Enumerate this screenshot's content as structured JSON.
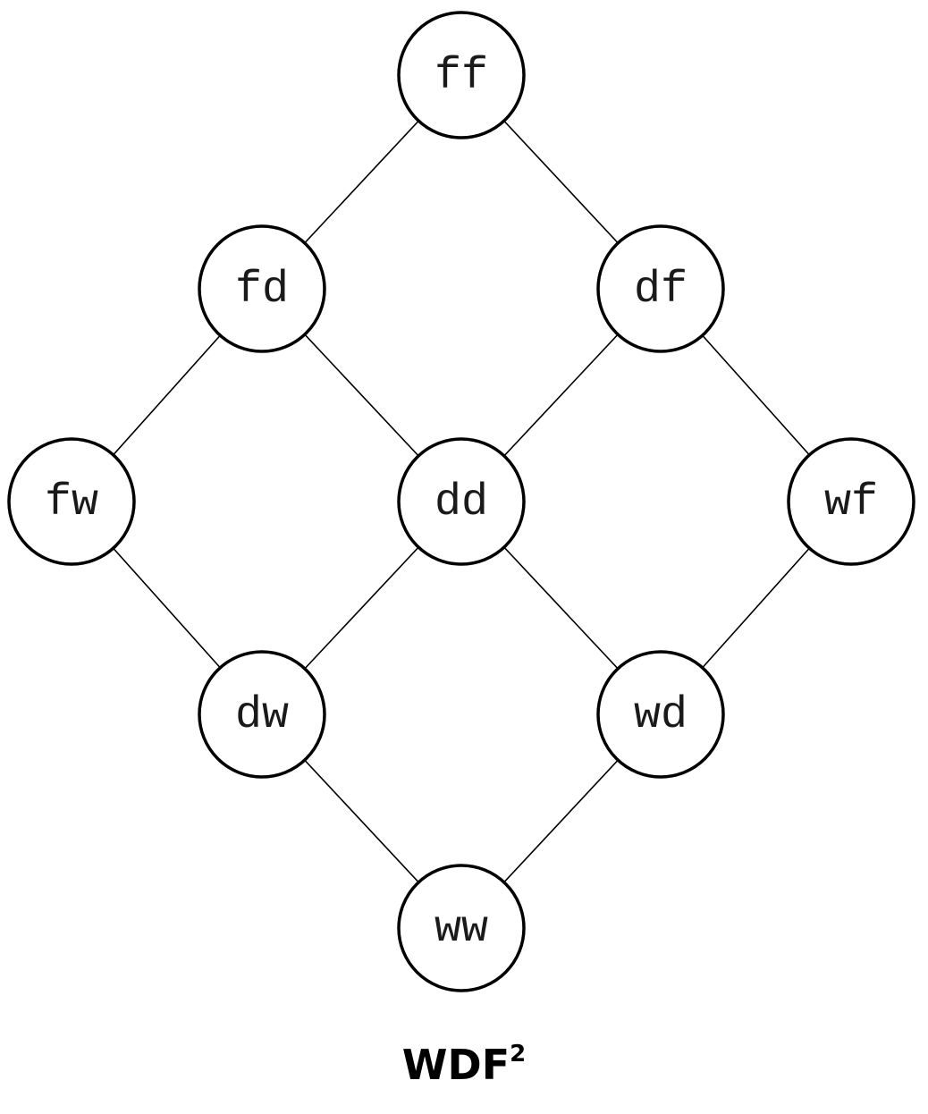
{
  "diagram": {
    "caption": {
      "main": "WDF",
      "superscript": "2"
    },
    "nodes": [
      {
        "id": "ff",
        "label": "ff"
      },
      {
        "id": "fd",
        "label": "fd"
      },
      {
        "id": "df",
        "label": "df"
      },
      {
        "id": "fw",
        "label": "fw"
      },
      {
        "id": "dd",
        "label": "dd"
      },
      {
        "id": "wf",
        "label": "wf"
      },
      {
        "id": "dw",
        "label": "dw"
      },
      {
        "id": "wd",
        "label": "wd"
      },
      {
        "id": "ww",
        "label": "ww"
      }
    ],
    "edges": [
      [
        "ff",
        "fd"
      ],
      [
        "ff",
        "df"
      ],
      [
        "fd",
        "fw"
      ],
      [
        "fd",
        "dd"
      ],
      [
        "df",
        "dd"
      ],
      [
        "df",
        "wf"
      ],
      [
        "fw",
        "dw"
      ],
      [
        "dd",
        "dw"
      ],
      [
        "dd",
        "wd"
      ],
      [
        "wf",
        "wd"
      ],
      [
        "dw",
        "ww"
      ],
      [
        "wd",
        "ww"
      ]
    ]
  }
}
